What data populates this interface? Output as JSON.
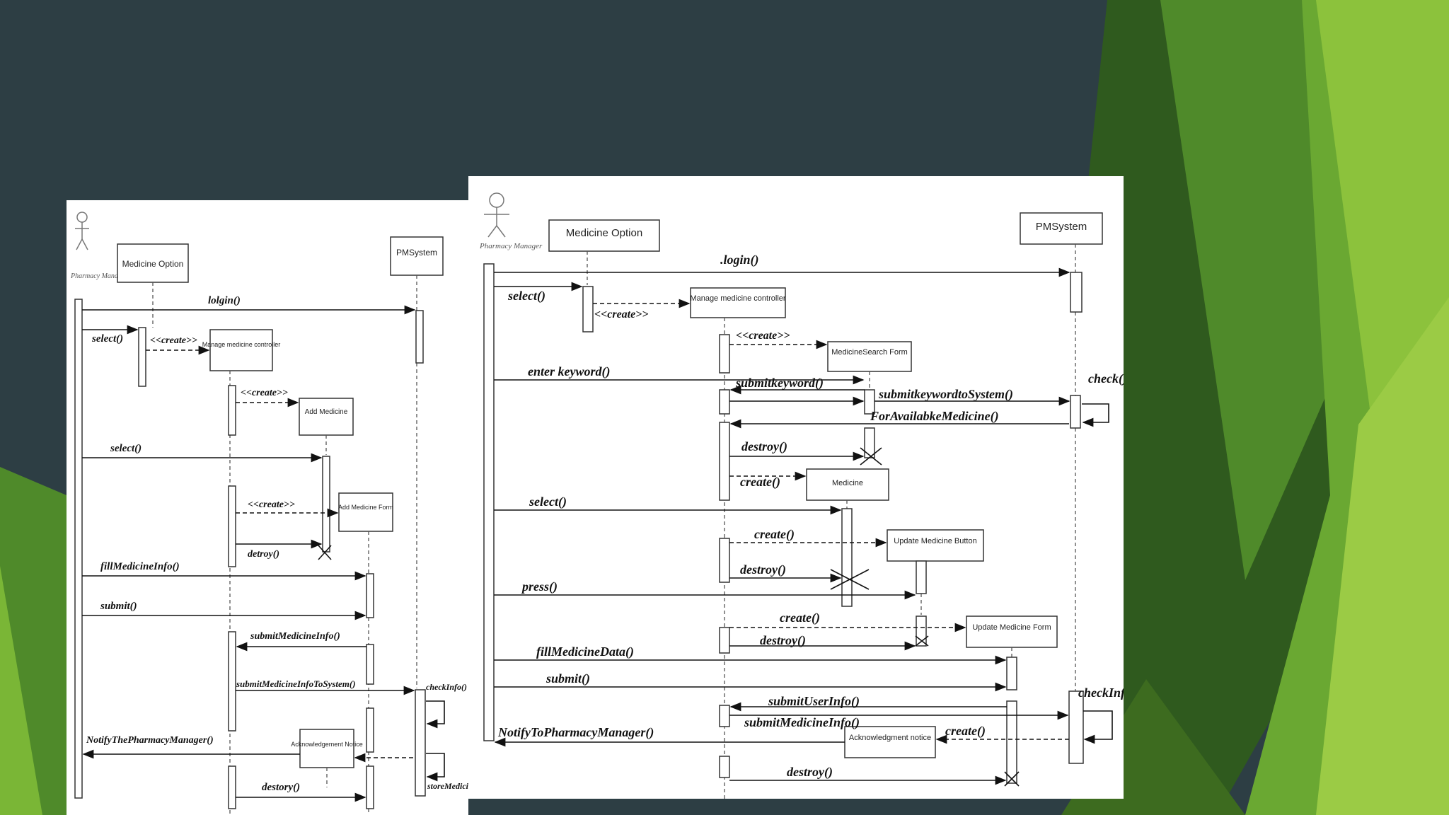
{
  "colors": {
    "background": "#2d3e44",
    "green_dark": "#3d6b1f",
    "green_mid": "#6aa832",
    "green_light": "#9bcb45",
    "diagram_bg": "#ffffff"
  },
  "left_diagram": {
    "actor": "Pharmacy Manager",
    "lifelines": {
      "medicine_option": "Medicine Option",
      "pmsystem": "PMSystem",
      "manage_controller": "Manage medicine controller",
      "add_medicine": "Add Medicine",
      "add_medicine_form": "Add Medicine Form",
      "acknowledgement": "Acknowledgement Notice"
    },
    "messages": {
      "login": "lolgin()",
      "select1": "select()",
      "create1": "<<create>>",
      "create2": "<<create>>",
      "select2": "select()",
      "create3": "<<create>>",
      "detroy": "detroy()",
      "fill": "fillMedicineInfo()",
      "submit": "submit()",
      "submit_info": "submitMedicineInfo()",
      "submit_to_system": "submitMedicineInfoToSystem()",
      "check": "checkInfo()",
      "notify": "NotifyThePharmacyManager()",
      "destory": "destory()",
      "store": "storeMedicine"
    }
  },
  "right_diagram": {
    "actor": "Pharmacy Manager",
    "lifelines": {
      "medicine_option": "Medicine Option",
      "pmsystem": "PMSystem",
      "manage_controller": "Manage medicine controller",
      "search_form": "MedicineSearch Form",
      "medicine": "Medicine",
      "update_button": "Update Medicine Button",
      "update_form": "Update Medicine Form",
      "acknowledgment": "Acknowledgment notice"
    },
    "messages": {
      "login": ".login()",
      "select1": "select()",
      "create1": "<<create>>",
      "create2": "<<create>>",
      "enter_keyword": "enter keyword()",
      "submit_keyword": "submitkeyword()",
      "submit_to_system": "submitkeywordtoSystem()",
      "check": "check()",
      "for_available": "ForAvailabkeMedicine()",
      "destroy1": "destroy()",
      "create3": "create()",
      "select2": "select()",
      "create4": "create()",
      "destroy2": "destroy()",
      "press": "press()",
      "create5": "create()",
      "destroy3": "destroy()",
      "fill": "fillMedicineData()",
      "submit": "submit()",
      "submit_user": "submitUserInfo()",
      "submit_med": "submitMedicineInfo()",
      "check_info": "checkInfo()",
      "notify": "NotifyToPharmacyManager()",
      "create6": "create()",
      "destroy4": "destroy()"
    }
  }
}
